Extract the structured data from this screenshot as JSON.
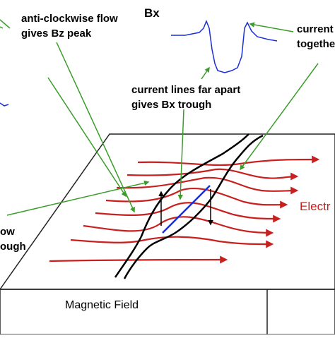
{
  "figure": {
    "signal_title": "Bx",
    "annotations": {
      "bz_peak": [
        "anti-clockwise flow",
        "gives Bz peak"
      ],
      "bx_trough": [
        "current lines far apart",
        "gives Bx trough"
      ],
      "together": [
        "current",
        "together"
      ],
      "left_cut": [
        "ow",
        "ough"
      ]
    },
    "right_label": "Electr",
    "base_label": "Magnetic Field",
    "colors": {
      "current_lines": "#c8201e",
      "pointer_lines": "#3a9c2a",
      "signal_trace": "#1a2fd6",
      "crack": "#000000",
      "crack_axis": "#1a2fd6"
    }
  }
}
